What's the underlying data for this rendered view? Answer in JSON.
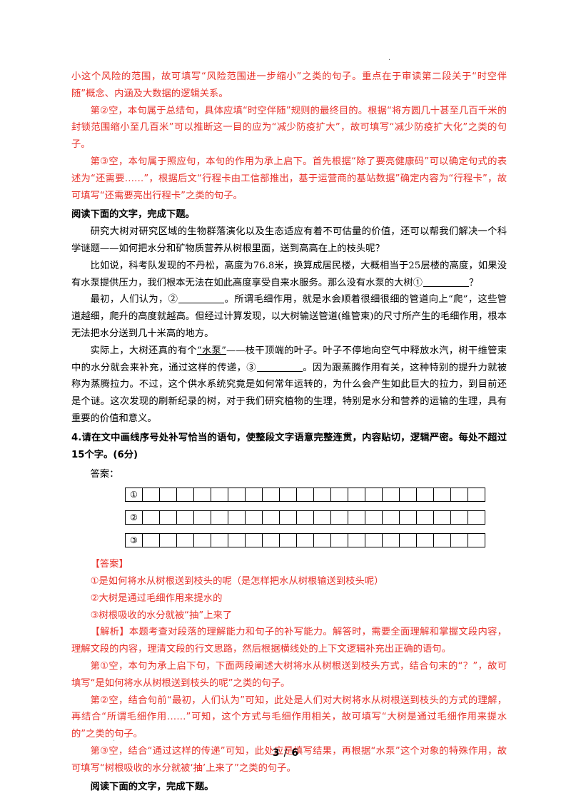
{
  "top_paragraphs": [
    {
      "indent": false,
      "text": "小这个风险的范围，故可填写“风险范围进一步缩小”之类的句子。重点在于审读第二段关于“时空伴随”概念、内涵及大数据的逻辑关系。"
    },
    {
      "indent": true,
      "text": "第②空，本句属于总结句，具体应填“时空伴随”规则的最终目的。根据“将方圆几十甚至几百千米的封锁范围缩小至几百米”可以推断这一目的应为“减少防疫扩大”，故可填写“减少防疫扩大化”之类的句子。"
    },
    {
      "indent": true,
      "text": "第③空，本句属于照应句，本句的作用为承上启下。首先根据“除了要亮健康码”可以确定句式的表述为“还需要……”，根据后文“行程卡由工信部推出，基于运营商的基站数据”确定内容为“行程卡”，故可填写“还需要亮出行程卡”之类的句子。"
    }
  ],
  "section_heading_1": "阅读下面的文字，完成下题。",
  "passage": {
    "p1": "研究大树对研究区域的生物群落演化以及生态适应有着不可估量的价值，还可以帮我们解决一个科学谜题——如何把水分和矿物质营养从树根里面，送到高高在上的枝头呢？",
    "p2_pre": "比如说，科考队发现的不丹松，高度为76.8米，换算成居民楼，大概相当于25层楼的高度，如果没有水泵提供压力，我们根本无法在如此高度享受自来水服务。那么没有水泵的大树①",
    "p2_post": "？",
    "p3_pre": "最初，人们认为，②",
    "p3_post": "。所谓毛细作用，就是水会顺着很细很细的管道向上“爬”，这些管道越细，爬升的高度就越高。但经过计算发现，以大树输送管道(维管束)的尺寸所产生的毛细作用，根本无法把水分送到几十米高的地方。",
    "p4_pre": "实际上，大树还真的有个",
    "p4_under": "“水泵”",
    "p4_mid": "——枝干顶端的叶子。叶子不停地向空气中释放水汽，树干维管束中的水分就会来补充，通过这样的传递，③",
    "p4_post": "。因为跟蒸腾作用有关，这种特别的提升力就被称为蒸腾拉力。不过，这个供水系统究竟是如何常年运转的，为什么会产生如此巨大的拉力，到目前还是个谜。这次发现的刷新纪录的树，对于我们研究植物的生理，特别是水分和营养的运输的生理，具有重要的价值和意义。"
  },
  "question": "4.请在文中画线序号处补写恰当的语句，使整段文字语意完整连贯，内容贴切，逻辑严密。每处不超过15个字。(6分)",
  "answer_label": "答案：",
  "grid_rows": [
    "①",
    "②",
    "③"
  ],
  "answer_heading": "【答案】",
  "answers": [
    "①是如何将水从树根送到枝头的呢（是怎样把水从树根输送到枝头呢）",
    "②大树是通过毛细作用来提水的",
    "③树根吸收的水分就被“抽”上来了"
  ],
  "analysis": "【解析】本题考查对段落的理解能力和句子的补写能力。解答时，需要全面理解和掌握文段内容，理解文段的内容，理清文段的行文思路，然后根据横线处的上下文逻辑补充出正确的语句。",
  "analysis_items": [
    "第①空，本句为承上启下句，下面两段阐述大树将水从树根送到枝头方式，结合句末的“？”，故可填写“是如何将水从树根送到枝头的呢”之类的句子。",
    "第②空，结合句前“最初，人们认为”可知，此处是人们对大树将水从树根送到枝头的方式的理解，再结合“所谓毛细作用……”可知，这个方式与毛细作用相关，故可填写“大树是通过毛细作用来提水的”之类的句子。",
    "第③空，结合“通过这样的传递”可知，此处应是填写结果，再根据“水泵”这个对象的特殊作用，故可填写“树根吸收的水分就被‘抽’上来了”之类的句子。"
  ],
  "section_heading_2": "阅读下面的文字，完成下题。",
  "page_number": {
    "current": "3",
    "separator": "/",
    "total": "6"
  },
  "colors": {
    "answer_red": "#e8322b",
    "text": "#000000"
  }
}
